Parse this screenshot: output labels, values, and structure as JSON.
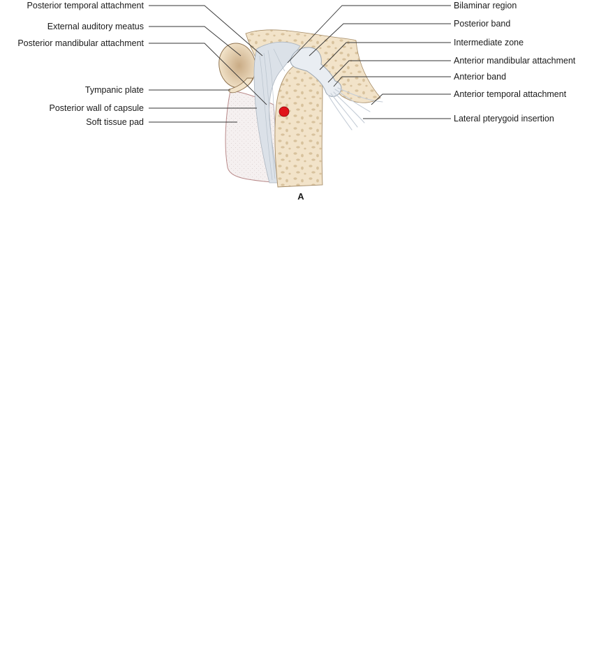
{
  "labels": {
    "posterior_temporal_attachment": "Posterior temporal attachment",
    "external_auditory_meatus": "External auditory meatus",
    "posterior_mandibular_attachment": "Posterior mandibular attachment",
    "tympanic_plate": "Tympanic plate",
    "posterior_wall_of_capsule": "Posterior wall of capsule",
    "soft_tissue_pad": "Soft tissue pad",
    "bilaminar_region": "Bilaminar region",
    "posterior_band": "Posterior band",
    "intermediate_zone": "Intermediate zone",
    "anterior_mandibular_attachment": "Anterior mandibular attachment",
    "anterior_band": "Anterior band",
    "anterior_temporal_attachment": "Anterior temporal attachment",
    "lateral_pterygoid_insertion": "Lateral pterygoid insertion"
  },
  "panel_letter": "A",
  "colors": {
    "bone": "#f2e3c9",
    "bone_pores": "#d9c4a0",
    "disc": "#dde3ea",
    "soft_tissue": "#f3eeee",
    "marker": "#e0141b",
    "leader": "#333333"
  }
}
